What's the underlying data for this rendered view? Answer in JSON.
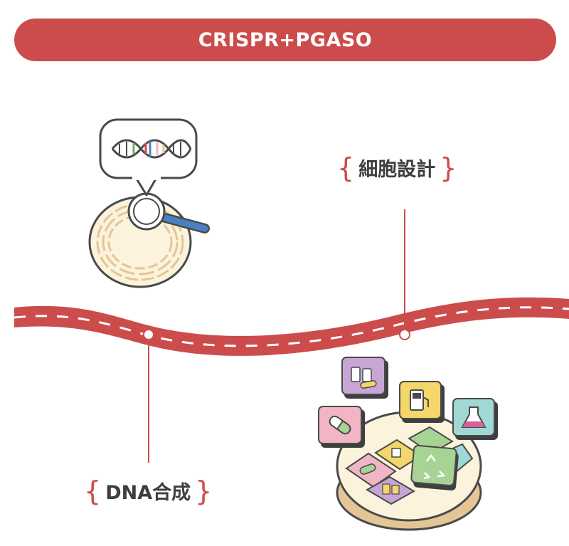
{
  "header": {
    "title": "CRISPR+PGASO"
  },
  "labels": {
    "cell_design": "細胞設計",
    "dna_synthesis": "DNA合成"
  },
  "colors": {
    "accent_red": "#cc4c4c",
    "outline": "#4a4a4a",
    "cream": "#fbf3dc",
    "tan": "#e4c696",
    "magnifier_handle": "#4a7fc4",
    "card_purple": "#c7a6d6",
    "card_yellow": "#f4d76a",
    "card_teal": "#9fd8d4",
    "card_pink": "#f2b5c6",
    "card_green": "#a7d394"
  },
  "icons": [
    "dna-bubble-icon",
    "magnifier-icon",
    "cell-ring-icon",
    "medicine-bottles-card-icon",
    "fuel-pump-card-icon",
    "flask-card-icon",
    "capsule-card-icon",
    "recycle-card-icon"
  ]
}
